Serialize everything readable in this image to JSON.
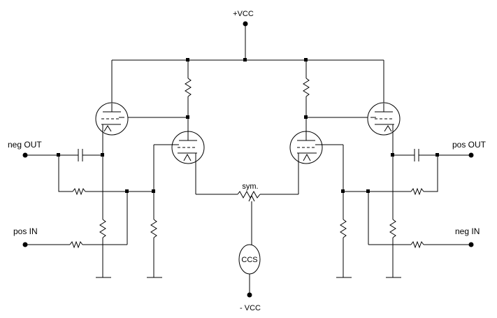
{
  "labels": {
    "vcc_pos": "+VCC",
    "vcc_neg": "- VCC",
    "neg_out": "neg OUT",
    "pos_out": "pos OUT",
    "pos_in": "pos IN",
    "neg_in": "neg IN",
    "sym": "sym.",
    "ccs": "CCS"
  },
  "colors": {
    "stroke": "#000000",
    "background": "#ffffff"
  }
}
